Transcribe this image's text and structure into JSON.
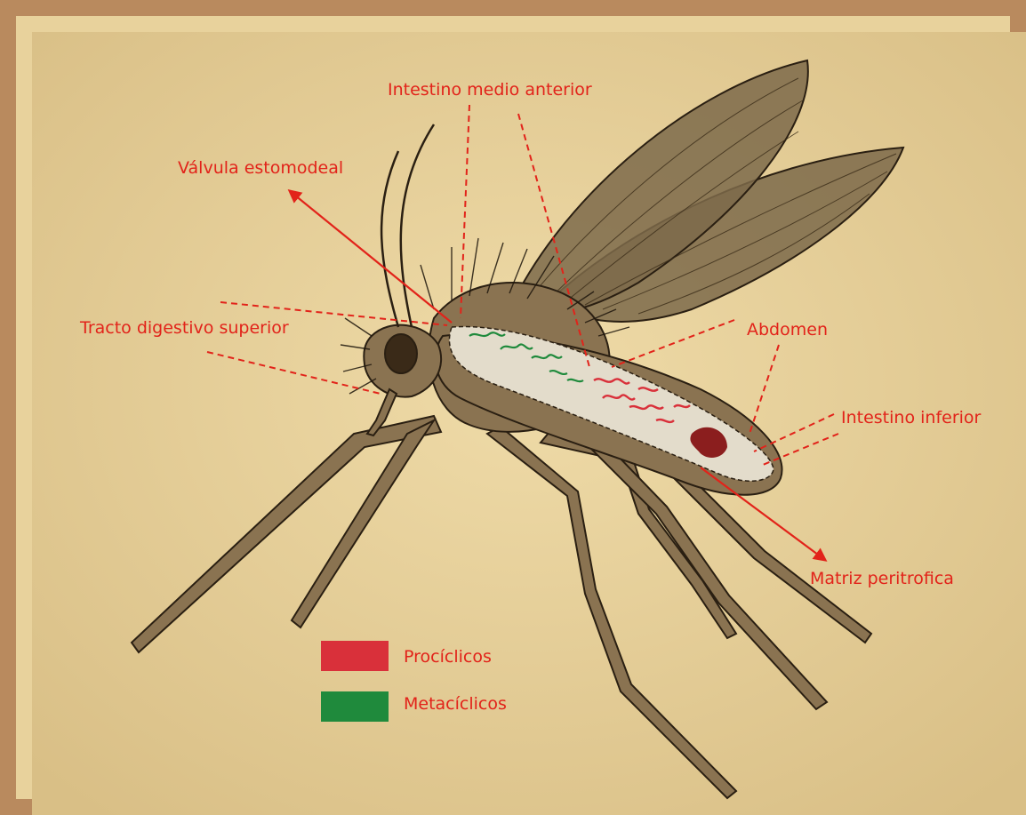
{
  "labels": {
    "intestino_medio_anterior": "Intestino medio anterior",
    "valvula_estomodeal": "Válvula estomodeal",
    "tracto_digestivo_superior": "Tracto digestivo superior",
    "abdomen": "Abdomen",
    "intestino_inferior": "Intestino inferior",
    "matriz_peritrofica": "Matriz peritrofica"
  },
  "legend": {
    "items": [
      {
        "label": "Procíclicos",
        "color": "#d9303a"
      },
      {
        "label": "Metacíclicos",
        "color": "#1f8a3c"
      }
    ]
  },
  "colors": {
    "annotation": "#e2231a",
    "background": "#e8d29c",
    "frame": "#b98a5e",
    "body": "#8a7351",
    "outline": "#2a1f12",
    "wing": "#7c6a4a"
  }
}
